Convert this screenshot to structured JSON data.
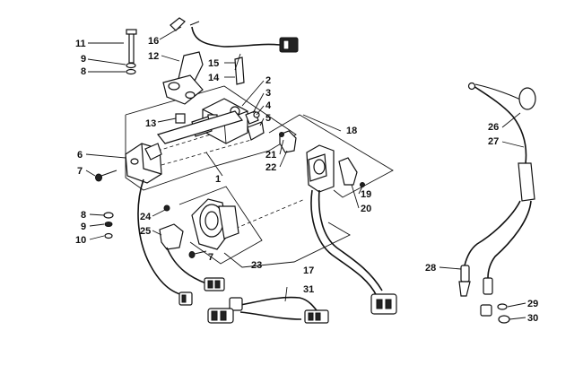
{
  "callouts": {
    "c1": "1",
    "c2": "2",
    "c3": "3",
    "c4": "4",
    "c5": "5",
    "c6": "6",
    "c7a": "7",
    "c7b": "7",
    "c8a": "8",
    "c8b": "8",
    "c9a": "9",
    "c9b": "9",
    "c10": "10",
    "c11": "11",
    "c12": "12",
    "c13": "13",
    "c14": "14",
    "c15": "15",
    "c16": "16",
    "c17": "17",
    "c18": "18",
    "c19": "19",
    "c20": "20",
    "c21": "21",
    "c22": "22",
    "c23": "23",
    "c24": "24",
    "c25": "25",
    "c26": "26",
    "c27": "27",
    "c28": "28",
    "c29": "29",
    "c30": "30",
    "c31": "31"
  },
  "colors": {
    "line": "#111111",
    "background": "#ffffff"
  }
}
